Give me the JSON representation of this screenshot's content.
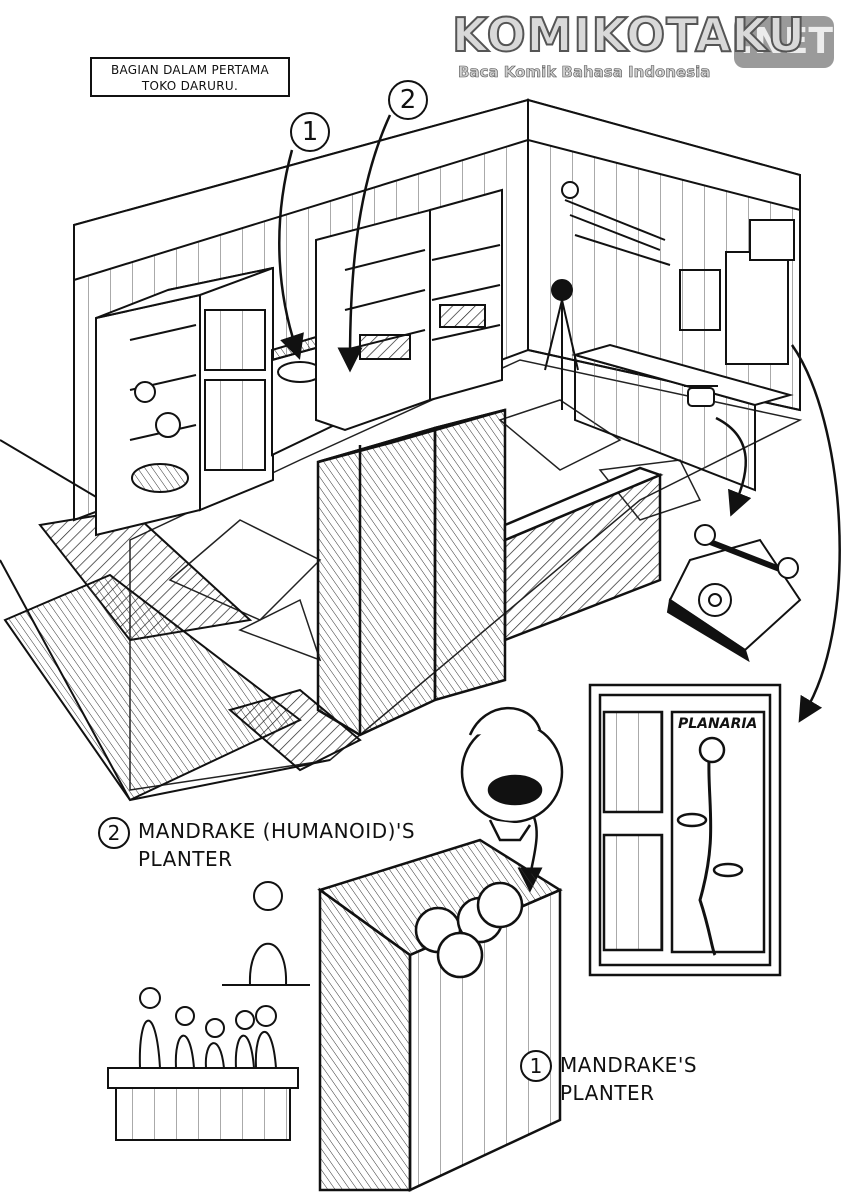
{
  "caption": {
    "line1": "BAGIAN DALAM PERTAMA",
    "line2": "TOKO DARURU."
  },
  "watermark": {
    "brand": "KOMIKOTAKU",
    "suffix": ".NET",
    "tagline": "Baca Komik Bahasa Indonesia"
  },
  "markers": {
    "one": "1",
    "two": "2"
  },
  "labels": {
    "humanoid_num": "2",
    "humanoid_line1": "MANDRAKE (HUMANOID)'S",
    "humanoid_line2": "PLANTER",
    "mandrake_num": "1",
    "mandrake_line1": "MANDRAKE'S",
    "mandrake_line2": "PLANTER"
  },
  "sign": {
    "title": "PLANARIA"
  },
  "icons": [
    "telephone-icon",
    "mandrake-plant-icon",
    "sword-rack-icon",
    "arrow-icon"
  ]
}
